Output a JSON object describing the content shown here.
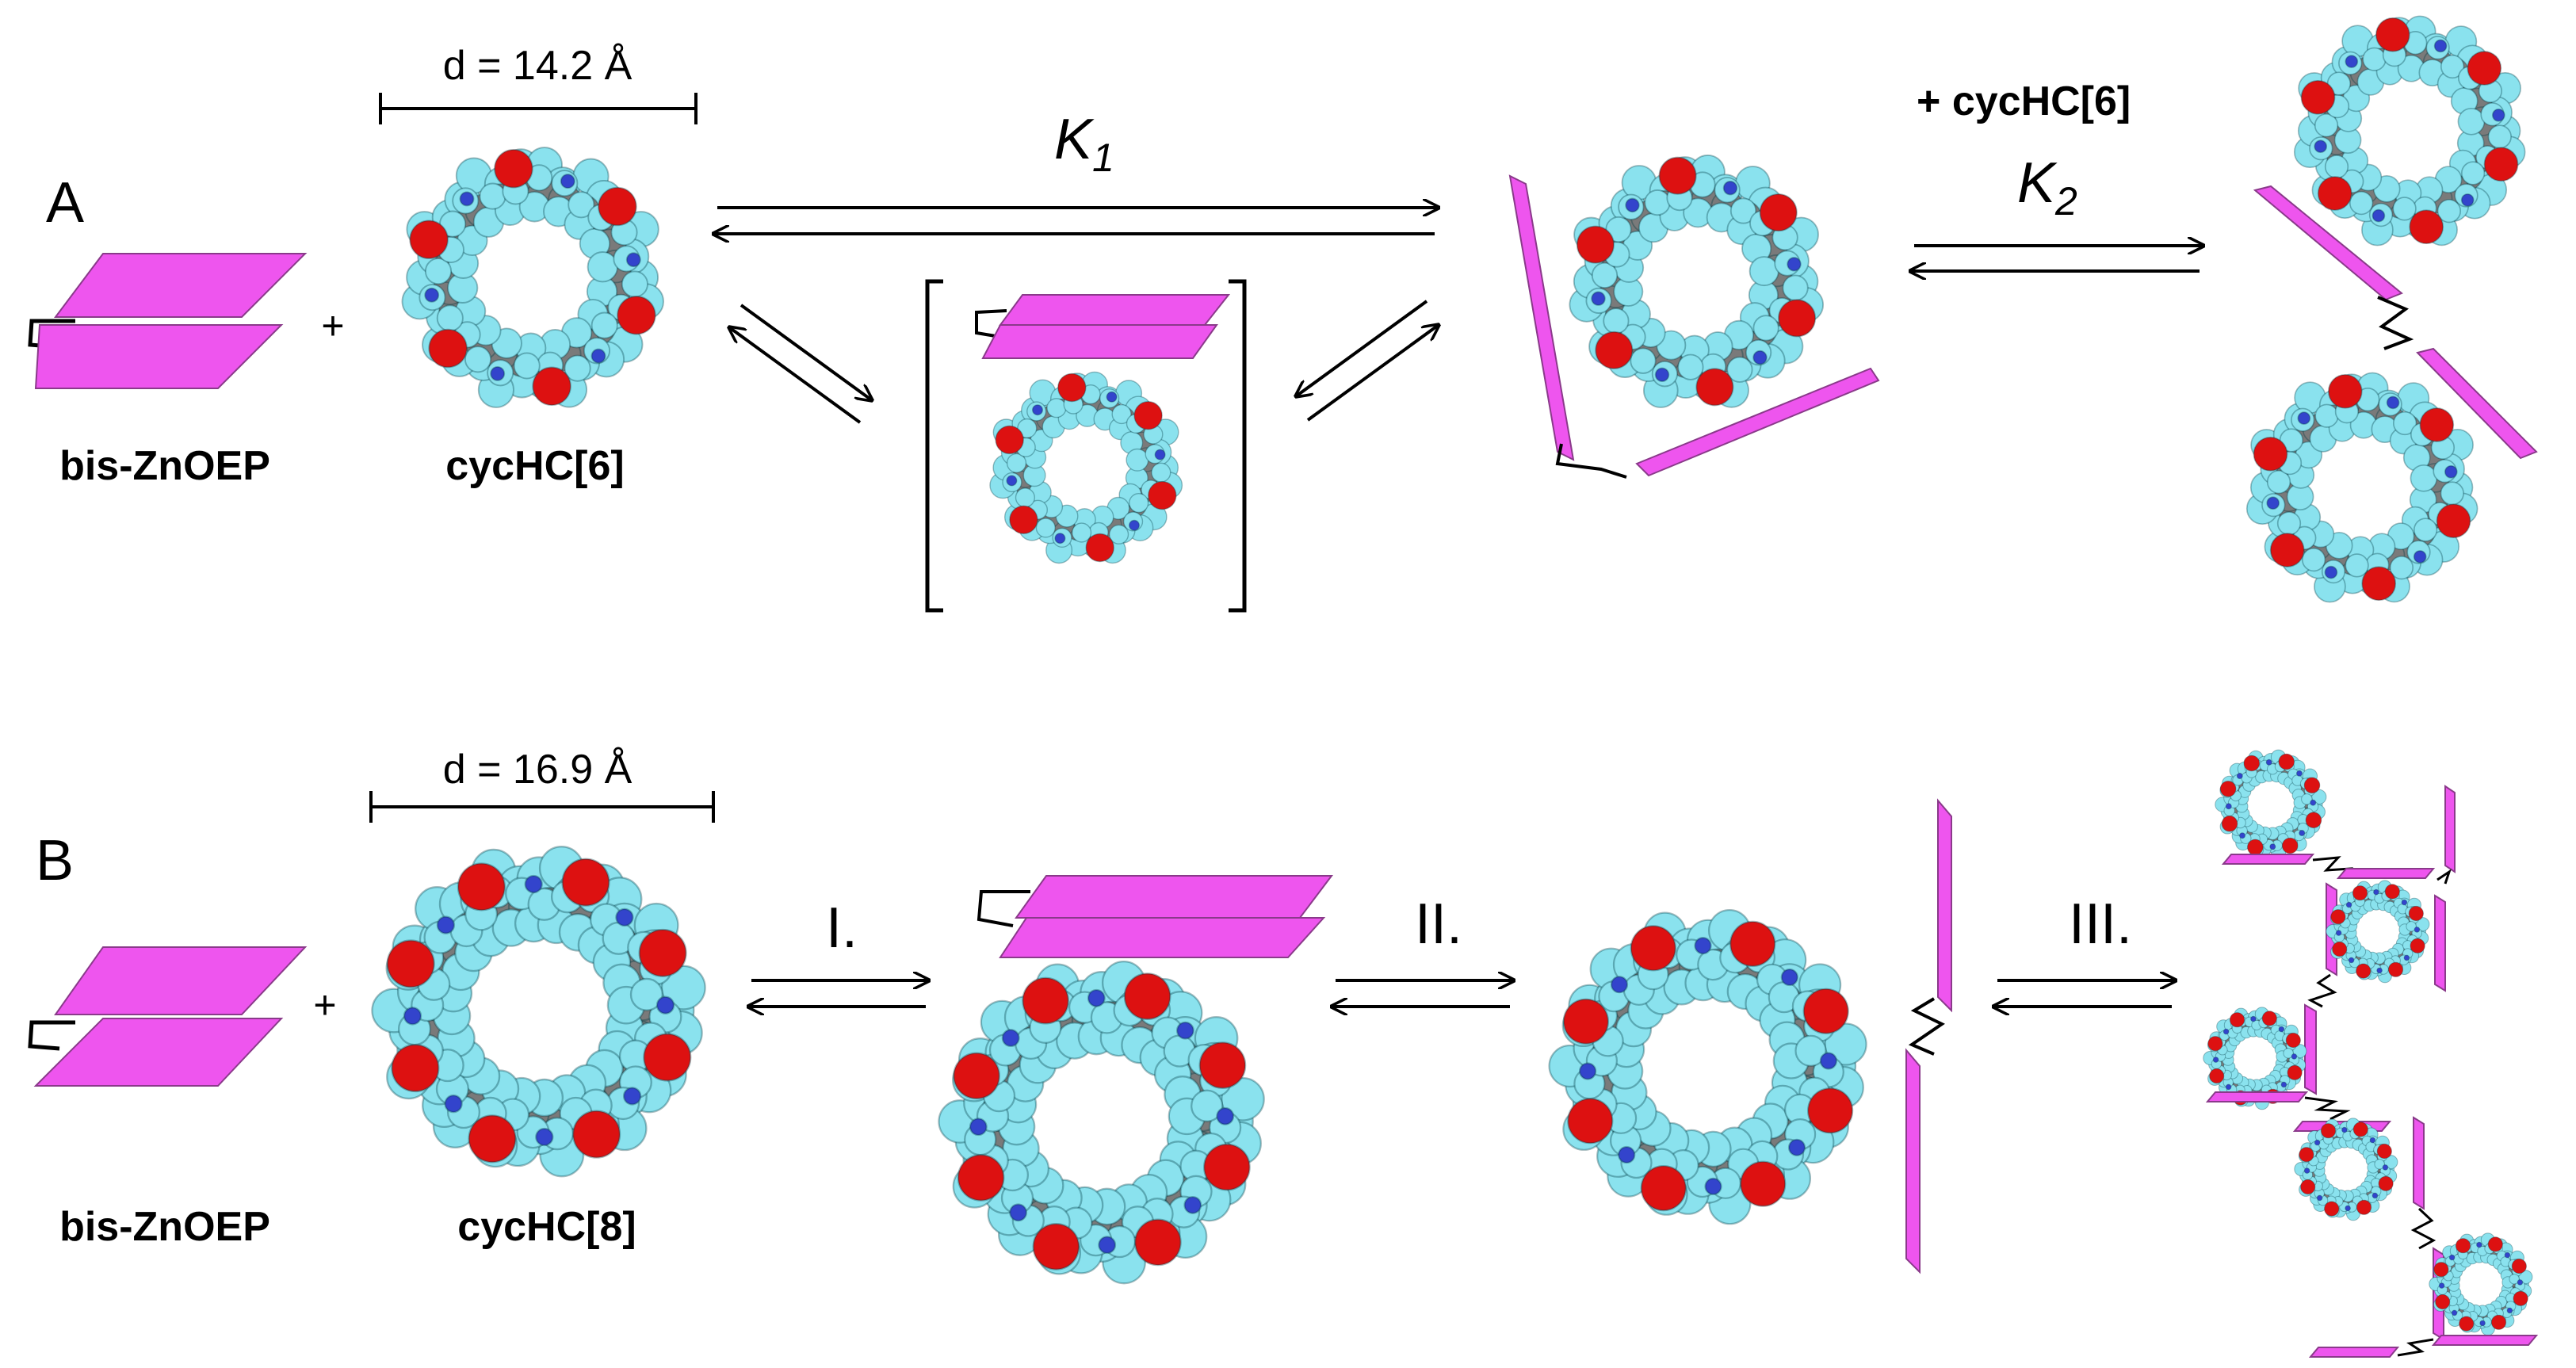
{
  "colors": {
    "porphyrin": "#ee55ee",
    "porphyrin_stroke": "#8a3a8a",
    "hydrogen": "#8ae2ee",
    "carbon": "#7a7a7a",
    "oxygen": "#dd1111",
    "nitrogen": "#3344cc",
    "line": "#000000"
  },
  "panel_a": {
    "label": "A",
    "distance": "d = 14.2 Å",
    "plus": "+",
    "reagent_left": "bis-ZnOEP",
    "reagent_right": "cycHC[6]",
    "k1_base": "K",
    "k1_sub": "1",
    "k2_plus": "+ cycHC[6]",
    "k2_base": "K",
    "k2_sub": "2"
  },
  "panel_b": {
    "label": "B",
    "distance": "d = 16.9 Å",
    "plus": "+",
    "reagent_left": "bis-ZnOEP",
    "reagent_right": "cycHC[8]",
    "step1": "I.",
    "step2": "II.",
    "step3": "III."
  }
}
